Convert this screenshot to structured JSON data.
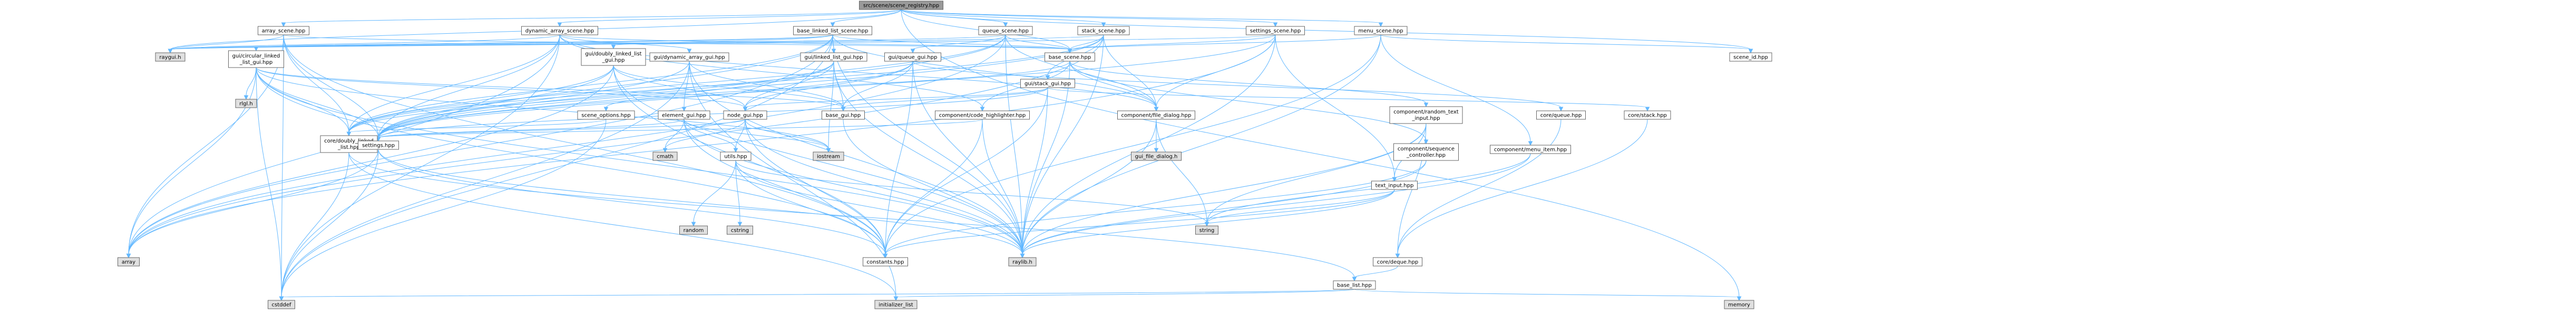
{
  "colors": {
    "edge": "#63b8ff",
    "project_node_fill": "#ffffff",
    "system_node_fill": "#e0e0e0",
    "root_node_fill": "#999999",
    "node_stroke": "#666666",
    "text": "#000000"
  },
  "graph": {
    "root": "src/scene/scene_registry.hpp",
    "nodes": [
      {
        "id": "scene_registry",
        "lines": [
          "src/scene/scene_registry.hpp"
        ],
        "kind": "root"
      },
      {
        "id": "array_scene",
        "lines": [
          "array_scene.hpp"
        ],
        "kind": "project"
      },
      {
        "id": "dynamic_array_scene",
        "lines": [
          "dynamic_array_scene.hpp"
        ],
        "kind": "project"
      },
      {
        "id": "base_linked_list_scene",
        "lines": [
          "base_linked_list_scene.hpp"
        ],
        "kind": "project"
      },
      {
        "id": "queue_scene",
        "lines": [
          "queue_scene.hpp"
        ],
        "kind": "project"
      },
      {
        "id": "stack_scene",
        "lines": [
          "stack_scene.hpp"
        ],
        "kind": "project"
      },
      {
        "id": "settings_scene",
        "lines": [
          "settings_scene.hpp"
        ],
        "kind": "project"
      },
      {
        "id": "menu_scene",
        "lines": [
          "menu_scene.hpp"
        ],
        "kind": "project"
      },
      {
        "id": "scene_id",
        "lines": [
          "scene_id.hpp"
        ],
        "kind": "project"
      },
      {
        "id": "raygui",
        "lines": [
          "raygui.h"
        ],
        "kind": "system"
      },
      {
        "id": "gui_circular",
        "lines": [
          "gui/circular_linked",
          "_list_gui.hpp"
        ],
        "kind": "project"
      },
      {
        "id": "gui_doubly",
        "lines": [
          "gui/doubly_linked_list",
          "_gui.hpp"
        ],
        "kind": "project"
      },
      {
        "id": "gui_dynamic_array",
        "lines": [
          "gui/dynamic_array_gui.hpp"
        ],
        "kind": "project"
      },
      {
        "id": "gui_linked_list",
        "lines": [
          "gui/linked_list_gui.hpp"
        ],
        "kind": "project"
      },
      {
        "id": "gui_queue",
        "lines": [
          "gui/queue_gui.hpp"
        ],
        "kind": "project"
      },
      {
        "id": "gui_stack",
        "lines": [
          "gui/stack_gui.hpp"
        ],
        "kind": "project"
      },
      {
        "id": "base_scene",
        "lines": [
          "base_scene.hpp"
        ],
        "kind": "project"
      },
      {
        "id": "rlgl",
        "lines": [
          "rlgl.h"
        ],
        "kind": "system"
      },
      {
        "id": "scene_options",
        "lines": [
          "scene_options.hpp"
        ],
        "kind": "project"
      },
      {
        "id": "element_gui",
        "lines": [
          "element_gui.hpp"
        ],
        "kind": "project"
      },
      {
        "id": "node_gui",
        "lines": [
          "node_gui.hpp"
        ],
        "kind": "project"
      },
      {
        "id": "base_gui",
        "lines": [
          "base_gui.hpp"
        ],
        "kind": "project"
      },
      {
        "id": "code_highlighter",
        "lines": [
          "component/code_highlighter.hpp"
        ],
        "kind": "project"
      },
      {
        "id": "file_dialog",
        "lines": [
          "component/file_dialog.hpp"
        ],
        "kind": "project"
      },
      {
        "id": "random_text_input",
        "lines": [
          "component/random_text",
          "_input.hpp"
        ],
        "kind": "project"
      },
      {
        "id": "core_queue",
        "lines": [
          "core/queue.hpp"
        ],
        "kind": "project"
      },
      {
        "id": "core_stack",
        "lines": [
          "core/stack.hpp"
        ],
        "kind": "project"
      },
      {
        "id": "core_doubly",
        "lines": [
          "core/doubly_linked",
          "_list.hpp"
        ],
        "kind": "project"
      },
      {
        "id": "settings",
        "lines": [
          "settings.hpp"
        ],
        "kind": "project"
      },
      {
        "id": "cmath",
        "lines": [
          "cmath"
        ],
        "kind": "system"
      },
      {
        "id": "iostream",
        "lines": [
          "iostream"
        ],
        "kind": "system"
      },
      {
        "id": "utils",
        "lines": [
          "utils.hpp"
        ],
        "kind": "project"
      },
      {
        "id": "gui_file_dialog",
        "lines": [
          "gui_file_dialog.h"
        ],
        "kind": "system"
      },
      {
        "id": "sequence_controller",
        "lines": [
          "component/sequence",
          "_controller.hpp"
        ],
        "kind": "project"
      },
      {
        "id": "text_input",
        "lines": [
          "text_input.hpp"
        ],
        "kind": "project"
      },
      {
        "id": "menu_item",
        "lines": [
          "component/menu_item.hpp"
        ],
        "kind": "project"
      },
      {
        "id": "random",
        "lines": [
          "random"
        ],
        "kind": "system"
      },
      {
        "id": "cstring",
        "lines": [
          "cstring"
        ],
        "kind": "system"
      },
      {
        "id": "array",
        "lines": [
          "array"
        ],
        "kind": "system"
      },
      {
        "id": "constants",
        "lines": [
          "constants.hpp"
        ],
        "kind": "project"
      },
      {
        "id": "raylib",
        "lines": [
          "raylib.h"
        ],
        "kind": "system"
      },
      {
        "id": "string",
        "lines": [
          "string"
        ],
        "kind": "system"
      },
      {
        "id": "core_deque",
        "lines": [
          "core/deque.hpp"
        ],
        "kind": "project"
      },
      {
        "id": "base_list",
        "lines": [
          "base_list.hpp"
        ],
        "kind": "project"
      },
      {
        "id": "cstddef",
        "lines": [
          "cstddef"
        ],
        "kind": "system"
      },
      {
        "id": "initializer_list",
        "lines": [
          "initializer_list"
        ],
        "kind": "system"
      },
      {
        "id": "memory",
        "lines": [
          "memory"
        ],
        "kind": "system"
      }
    ],
    "edges": [
      [
        "scene_registry",
        "array_scene"
      ],
      [
        "scene_registry",
        "dynamic_array_scene"
      ],
      [
        "scene_registry",
        "base_linked_list_scene"
      ],
      [
        "scene_registry",
        "queue_scene"
      ],
      [
        "scene_registry",
        "stack_scene"
      ],
      [
        "scene_registry",
        "settings_scene"
      ],
      [
        "scene_registry",
        "menu_scene"
      ],
      [
        "scene_registry",
        "scene_id"
      ],
      [
        "scene_registry",
        "memory"
      ],
      [
        "scene_registry",
        "raygui"
      ],
      [
        "scene_registry",
        "base_scene"
      ],
      [
        "array_scene",
        "raygui"
      ],
      [
        "array_scene",
        "array"
      ],
      [
        "array_scene",
        "base_scene"
      ],
      [
        "array_scene",
        "core_doubly"
      ],
      [
        "array_scene",
        "settings"
      ],
      [
        "array_scene",
        "cstddef"
      ],
      [
        "array_scene",
        "constants"
      ],
      [
        "dynamic_array_scene",
        "raygui"
      ],
      [
        "dynamic_array_scene",
        "gui_dynamic_array"
      ],
      [
        "dynamic_array_scene",
        "base_scene"
      ],
      [
        "dynamic_array_scene",
        "file_dialog"
      ],
      [
        "dynamic_array_scene",
        "core_doubly"
      ],
      [
        "dynamic_array_scene",
        "settings"
      ],
      [
        "dynamic_array_scene",
        "array"
      ],
      [
        "dynamic_array_scene",
        "cstddef"
      ],
      [
        "dynamic_array_scene",
        "code_highlighter"
      ],
      [
        "base_linked_list_scene",
        "raygui"
      ],
      [
        "base_linked_list_scene",
        "gui_circular"
      ],
      [
        "base_linked_list_scene",
        "gui_doubly"
      ],
      [
        "base_linked_list_scene",
        "gui_linked_list"
      ],
      [
        "base_linked_list_scene",
        "base_scene"
      ],
      [
        "base_linked_list_scene",
        "file_dialog"
      ],
      [
        "base_linked_list_scene",
        "core_doubly"
      ],
      [
        "base_linked_list_scene",
        "settings"
      ],
      [
        "base_linked_list_scene",
        "array"
      ],
      [
        "base_linked_list_scene",
        "cstddef"
      ],
      [
        "base_linked_list_scene",
        "raylib"
      ],
      [
        "queue_scene",
        "raygui"
      ],
      [
        "queue_scene",
        "gui_queue"
      ],
      [
        "queue_scene",
        "base_scene"
      ],
      [
        "queue_scene",
        "file_dialog"
      ],
      [
        "queue_scene",
        "core_doubly"
      ],
      [
        "queue_scene",
        "settings"
      ],
      [
        "queue_scene",
        "array"
      ],
      [
        "queue_scene",
        "raylib"
      ],
      [
        "stack_scene",
        "raygui"
      ],
      [
        "stack_scene",
        "gui_stack"
      ],
      [
        "stack_scene",
        "base_scene"
      ],
      [
        "stack_scene",
        "file_dialog"
      ],
      [
        "stack_scene",
        "core_doubly"
      ],
      [
        "stack_scene",
        "settings"
      ],
      [
        "stack_scene",
        "raylib"
      ],
      [
        "stack_scene",
        "array"
      ],
      [
        "settings_scene",
        "base_scene"
      ],
      [
        "settings_scene",
        "settings"
      ],
      [
        "settings_scene",
        "raygui"
      ],
      [
        "settings_scene",
        "text_input"
      ],
      [
        "settings_scene",
        "file_dialog"
      ],
      [
        "settings_scene",
        "raylib"
      ],
      [
        "settings_scene",
        "array"
      ],
      [
        "menu_scene",
        "base_scene"
      ],
      [
        "menu_scene",
        "menu_item"
      ],
      [
        "menu_scene",
        "scene_id"
      ],
      [
        "menu_scene",
        "raylib"
      ],
      [
        "menu_scene",
        "constants"
      ],
      [
        "gui_circular",
        "rlgl"
      ],
      [
        "gui_circular",
        "node_gui"
      ],
      [
        "gui_circular",
        "base_gui"
      ],
      [
        "gui_circular",
        "core_doubly"
      ],
      [
        "gui_circular",
        "settings"
      ],
      [
        "gui_circular",
        "array"
      ],
      [
        "gui_circular",
        "cstddef"
      ],
      [
        "gui_circular",
        "raylib"
      ],
      [
        "gui_circular",
        "constants"
      ],
      [
        "gui_circular",
        "iostream"
      ],
      [
        "gui_doubly",
        "node_gui"
      ],
      [
        "gui_doubly",
        "base_gui"
      ],
      [
        "gui_doubly",
        "core_doubly"
      ],
      [
        "gui_doubly",
        "settings"
      ],
      [
        "gui_doubly",
        "array"
      ],
      [
        "gui_doubly",
        "raylib"
      ],
      [
        "gui_doubly",
        "constants"
      ],
      [
        "gui_dynamic_array",
        "element_gui"
      ],
      [
        "gui_dynamic_array",
        "base_gui"
      ],
      [
        "gui_dynamic_array",
        "settings"
      ],
      [
        "gui_dynamic_array",
        "cstddef"
      ],
      [
        "gui_dynamic_array",
        "initializer_list"
      ],
      [
        "gui_dynamic_array",
        "raylib"
      ],
      [
        "gui_linked_list",
        "node_gui"
      ],
      [
        "gui_linked_list",
        "base_gui"
      ],
      [
        "gui_linked_list",
        "core_doubly"
      ],
      [
        "gui_linked_list",
        "settings"
      ],
      [
        "gui_linked_list",
        "iostream"
      ],
      [
        "gui_linked_list",
        "raylib"
      ],
      [
        "gui_queue",
        "node_gui"
      ],
      [
        "gui_queue",
        "base_gui"
      ],
      [
        "gui_queue",
        "core_queue"
      ],
      [
        "gui_queue",
        "settings"
      ],
      [
        "gui_queue",
        "raylib"
      ],
      [
        "gui_queue",
        "constants"
      ],
      [
        "gui_stack",
        "node_gui"
      ],
      [
        "gui_stack",
        "base_gui"
      ],
      [
        "gui_stack",
        "core_stack"
      ],
      [
        "gui_stack",
        "settings"
      ],
      [
        "gui_stack",
        "raylib"
      ],
      [
        "gui_stack",
        "constants"
      ],
      [
        "base_scene",
        "code_highlighter"
      ],
      [
        "base_scene",
        "file_dialog"
      ],
      [
        "base_scene",
        "random_text_input"
      ],
      [
        "base_scene",
        "sequence_controller"
      ],
      [
        "base_scene",
        "scene_options"
      ],
      [
        "base_scene",
        "raylib"
      ],
      [
        "scene_options",
        "core_doubly"
      ],
      [
        "scene_options",
        "cstddef"
      ],
      [
        "element_gui",
        "settings"
      ],
      [
        "element_gui",
        "cmath"
      ],
      [
        "element_gui",
        "iostream"
      ],
      [
        "element_gui",
        "raylib"
      ],
      [
        "element_gui",
        "constants"
      ],
      [
        "element_gui",
        "utils"
      ],
      [
        "node_gui",
        "settings"
      ],
      [
        "node_gui",
        "cmath"
      ],
      [
        "node_gui",
        "utils"
      ],
      [
        "node_gui",
        "raylib"
      ],
      [
        "node_gui",
        "constants"
      ],
      [
        "node_gui",
        "iostream"
      ],
      [
        "base_gui",
        "raylib"
      ],
      [
        "code_highlighter",
        "raylib"
      ],
      [
        "code_highlighter",
        "constants"
      ],
      [
        "code_highlighter",
        "settings"
      ],
      [
        "file_dialog",
        "gui_file_dialog"
      ],
      [
        "file_dialog",
        "raylib"
      ],
      [
        "file_dialog",
        "string"
      ],
      [
        "random_text_input",
        "text_input"
      ],
      [
        "random_text_input",
        "core_deque"
      ],
      [
        "random_text_input",
        "raylib"
      ],
      [
        "random_text_input",
        "string"
      ],
      [
        "core_queue",
        "core_deque"
      ],
      [
        "core_stack",
        "core_deque"
      ],
      [
        "core_doubly",
        "base_list"
      ],
      [
        "core_doubly",
        "cstddef"
      ],
      [
        "core_doubly",
        "initializer_list"
      ],
      [
        "settings",
        "array"
      ],
      [
        "settings",
        "constants"
      ],
      [
        "settings",
        "raylib"
      ],
      [
        "settings",
        "cstddef"
      ],
      [
        "utils",
        "random"
      ],
      [
        "utils",
        "cstring"
      ],
      [
        "utils",
        "raylib"
      ],
      [
        "utils",
        "string"
      ],
      [
        "utils",
        "constants"
      ],
      [
        "sequence_controller",
        "raylib"
      ],
      [
        "sequence_controller",
        "constants"
      ],
      [
        "text_input",
        "raylib"
      ],
      [
        "text_input",
        "string"
      ],
      [
        "text_input",
        "constants"
      ],
      [
        "menu_item",
        "raylib"
      ],
      [
        "menu_item",
        "string"
      ],
      [
        "core_deque",
        "base_list"
      ],
      [
        "base_list",
        "cstddef"
      ],
      [
        "base_list",
        "initializer_list"
      ],
      [
        "base_list",
        "memory"
      ]
    ]
  }
}
